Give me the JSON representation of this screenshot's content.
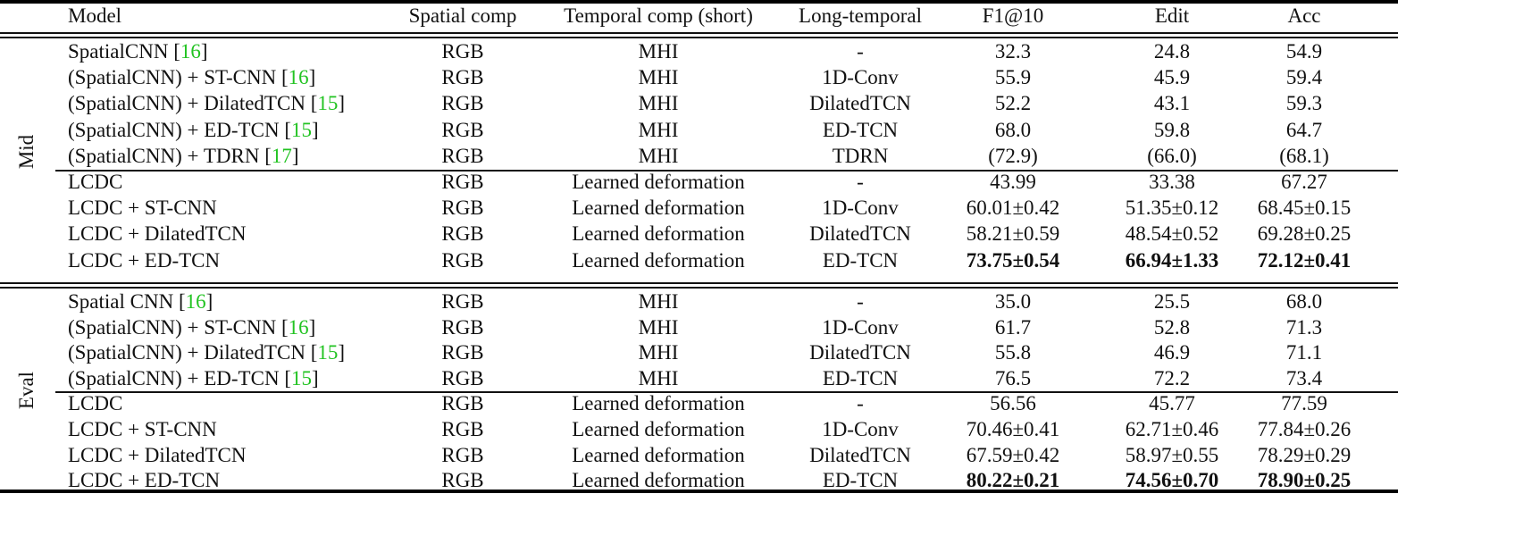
{
  "table": {
    "headers": [
      "Model",
      "Spatial comp",
      "Temporal comp (short)",
      "Long-temporal",
      "F1@10",
      "Edit",
      "Acc"
    ],
    "citation_color": "#22c322",
    "groups": [
      {
        "label": "Mid",
        "rows": [
          {
            "model": "SpatialCNN ",
            "cite": "16",
            "spatial": "RGB",
            "temporal": "MHI",
            "long": "-",
            "f1": "32.3",
            "edit": "24.8",
            "acc": "54.9",
            "bold": false
          },
          {
            "model": "(SpatialCNN) + ST-CNN ",
            "cite": "16",
            "spatial": "RGB",
            "temporal": "MHI",
            "long": "1D-Conv",
            "f1": "55.9",
            "edit": "45.9",
            "acc": "59.4",
            "bold": false
          },
          {
            "model": "(SpatialCNN) + DilatedTCN ",
            "cite": "15",
            "spatial": "RGB",
            "temporal": "MHI",
            "long": "DilatedTCN",
            "f1": "52.2",
            "edit": "43.1",
            "acc": "59.3",
            "bold": false
          },
          {
            "model": "(SpatialCNN) + ED-TCN ",
            "cite": "15",
            "spatial": "RGB",
            "temporal": "MHI",
            "long": "ED-TCN",
            "f1": "68.0",
            "edit": "59.8",
            "acc": "64.7",
            "bold": false
          },
          {
            "model": "(SpatialCNN) + TDRN ",
            "cite": "17",
            "spatial": "RGB",
            "temporal": "MHI",
            "long": "TDRN",
            "f1": "(72.9)",
            "edit": "(66.0)",
            "acc": "(68.1)",
            "bold": false
          },
          {
            "model": "LCDC",
            "cite": "",
            "spatial": "RGB",
            "temporal": "Learned deformation",
            "long": "-",
            "f1": "43.99",
            "edit": "33.38",
            "acc": "67.27",
            "bold": false
          },
          {
            "model": "LCDC + ST-CNN",
            "cite": "",
            "spatial": "RGB",
            "temporal": "Learned deformation",
            "long": "1D-Conv",
            "f1": "60.01±0.42",
            "edit": "51.35±0.12",
            "acc": "68.45±0.15",
            "bold": false
          },
          {
            "model": "LCDC + DilatedTCN",
            "cite": "",
            "spatial": "RGB",
            "temporal": "Learned deformation",
            "long": "DilatedTCN",
            "f1": "58.21±0.59",
            "edit": "48.54±0.52",
            "acc": "69.28±0.25",
            "bold": false
          },
          {
            "model": "LCDC + ED-TCN",
            "cite": "",
            "spatial": "RGB",
            "temporal": "Learned deformation",
            "long": "ED-TCN",
            "f1": "73.75±0.54",
            "edit": "66.94±1.33",
            "acc": "72.12±0.41",
            "bold": true
          }
        ]
      },
      {
        "label": "Eval",
        "rows": [
          {
            "model": "Spatial CNN ",
            "cite": "16",
            "spatial": "RGB",
            "temporal": "MHI",
            "long": "-",
            "f1": "35.0",
            "edit": "25.5",
            "acc": "68.0",
            "bold": false
          },
          {
            "model": "(SpatialCNN) + ST-CNN ",
            "cite": "16",
            "spatial": "RGB",
            "temporal": "MHI",
            "long": "1D-Conv",
            "f1": "61.7",
            "edit": "52.8",
            "acc": "71.3",
            "bold": false
          },
          {
            "model": "(SpatialCNN) + DilatedTCN ",
            "cite": "15",
            "spatial": "RGB",
            "temporal": "MHI",
            "long": "DilatedTCN",
            "f1": "55.8",
            "edit": "46.9",
            "acc": "71.1",
            "bold": false
          },
          {
            "model": "(SpatialCNN) + ED-TCN ",
            "cite": "15",
            "spatial": "RGB",
            "temporal": "MHI",
            "long": "ED-TCN",
            "f1": "76.5",
            "edit": "72.2",
            "acc": "73.4",
            "bold": false
          },
          {
            "model": "LCDC",
            "cite": "",
            "spatial": "RGB",
            "temporal": "Learned deformation",
            "long": "-",
            "f1": "56.56",
            "edit": "45.77",
            "acc": "77.59",
            "bold": false
          },
          {
            "model": "LCDC + ST-CNN",
            "cite": "",
            "spatial": "RGB",
            "temporal": "Learned deformation",
            "long": "1D-Conv",
            "f1": "70.46±0.41",
            "edit": "62.71±0.46",
            "acc": "77.84±0.26",
            "bold": false
          },
          {
            "model": "LCDC + DilatedTCN",
            "cite": "",
            "spatial": "RGB",
            "temporal": "Learned deformation",
            "long": "DilatedTCN",
            "f1": "67.59±0.42",
            "edit": "58.97±0.55",
            "acc": "78.29±0.29",
            "bold": false
          },
          {
            "model": "LCDC + ED-TCN",
            "cite": "",
            "spatial": "RGB",
            "temporal": "Learned deformation",
            "long": "ED-TCN",
            "f1": "80.22±0.21",
            "edit": "74.56±0.70",
            "acc": "78.90±0.25",
            "bold": true
          }
        ]
      }
    ]
  }
}
